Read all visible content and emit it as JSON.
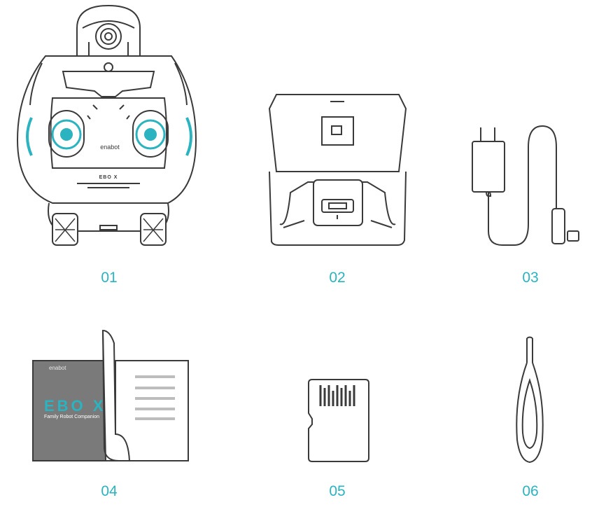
{
  "items": [
    {
      "number": "01",
      "name": "robot"
    },
    {
      "number": "02",
      "name": "charging-dock"
    },
    {
      "number": "03",
      "name": "power-adapter"
    },
    {
      "number": "04",
      "name": "manual"
    },
    {
      "number": "05",
      "name": "microsd-card"
    },
    {
      "number": "06",
      "name": "ejector-pin"
    }
  ],
  "robot": {
    "brand": "enabot",
    "model": "EBO X"
  },
  "manual": {
    "brand": "enabot",
    "title": "EBO X",
    "subtitle": "Family Robot Companion"
  },
  "colors": {
    "accent": "#2bb3c0",
    "line": "#3a3a3a",
    "manual_cover": "#7a7a7a"
  }
}
